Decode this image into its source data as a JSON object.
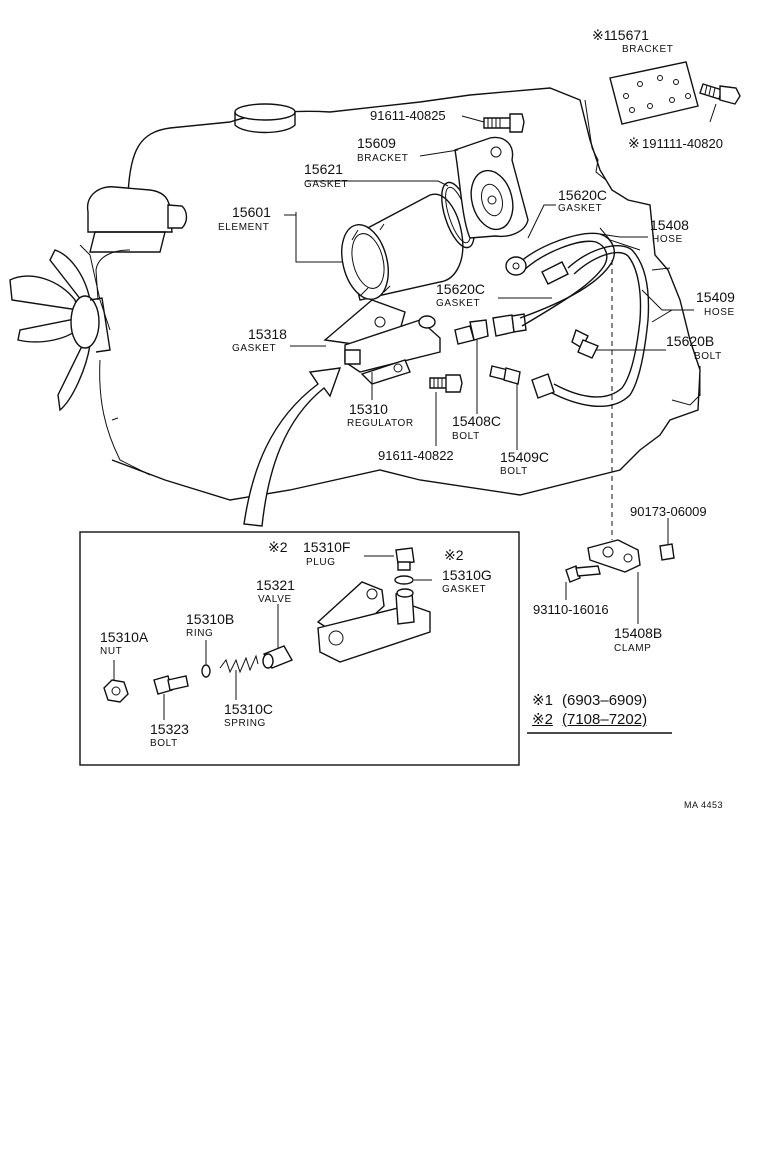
{
  "labels": [
    {
      "id": "15671",
      "mark": "※1",
      "number": "15671",
      "desc": "BRACKET"
    },
    {
      "id": "191111-40820",
      "mark": "※",
      "number": "191111-40820",
      "desc": ""
    },
    {
      "id": "91611-40825",
      "mark": "",
      "number": "91611-40825",
      "desc": ""
    },
    {
      "id": "15609",
      "mark": "",
      "number": "15609",
      "desc": "BRACKET"
    },
    {
      "id": "15621",
      "mark": "",
      "number": "15621",
      "desc": "GASKET"
    },
    {
      "id": "15601",
      "mark": "",
      "number": "15601",
      "desc": "ELEMENT"
    },
    {
      "id": "15620C-a",
      "mark": "",
      "number": "15620C",
      "desc": "GASKET"
    },
    {
      "id": "15408",
      "mark": "",
      "number": "15408",
      "desc": "HOSE"
    },
    {
      "id": "15620C-b",
      "mark": "",
      "number": "15620C",
      "desc": "GASKET"
    },
    {
      "id": "15409",
      "mark": "",
      "number": "15409",
      "desc": "HOSE"
    },
    {
      "id": "15318",
      "mark": "",
      "number": "15318",
      "desc": "GASKET"
    },
    {
      "id": "15620B",
      "mark": "",
      "number": "15620B",
      "desc": "BOLT"
    },
    {
      "id": "15310",
      "mark": "",
      "number": "15310",
      "desc": "REGULATOR"
    },
    {
      "id": "15408C",
      "mark": "",
      "number": "15408C",
      "desc": "BOLT"
    },
    {
      "id": "91611-40822",
      "mark": "",
      "number": "91611-40822",
      "desc": ""
    },
    {
      "id": "15409C",
      "mark": "",
      "number": "15409C",
      "desc": "BOLT"
    },
    {
      "id": "90173-06009",
      "mark": "",
      "number": "90173-06009",
      "desc": ""
    },
    {
      "id": "93110-16016",
      "mark": "",
      "number": "93110-16016",
      "desc": ""
    },
    {
      "id": "15408B",
      "mark": "",
      "number": "15408B",
      "desc": "CLAMP"
    },
    {
      "id": "15310F",
      "mark": "※2",
      "number": "15310F",
      "desc": "PLUG"
    },
    {
      "id": "15310G",
      "mark": "※2",
      "number": "15310G",
      "desc": "GASKET"
    },
    {
      "id": "15321",
      "mark": "",
      "number": "15321",
      "desc": "VALVE"
    },
    {
      "id": "15310B",
      "mark": "",
      "number": "15310B",
      "desc": "RING"
    },
    {
      "id": "15310A",
      "mark": "",
      "number": "15310A",
      "desc": "NUT"
    },
    {
      "id": "15310C",
      "mark": "",
      "number": "15310C",
      "desc": "SPRING"
    },
    {
      "id": "15323",
      "mark": "",
      "number": "15323",
      "desc": "BOLT"
    }
  ],
  "legend": {
    "note1_mark": "※1",
    "note1_range": "(6903–6909)",
    "note2_mark": "※2",
    "note2_range": "(7108–7202)"
  },
  "diagram_code": "MA 4453"
}
